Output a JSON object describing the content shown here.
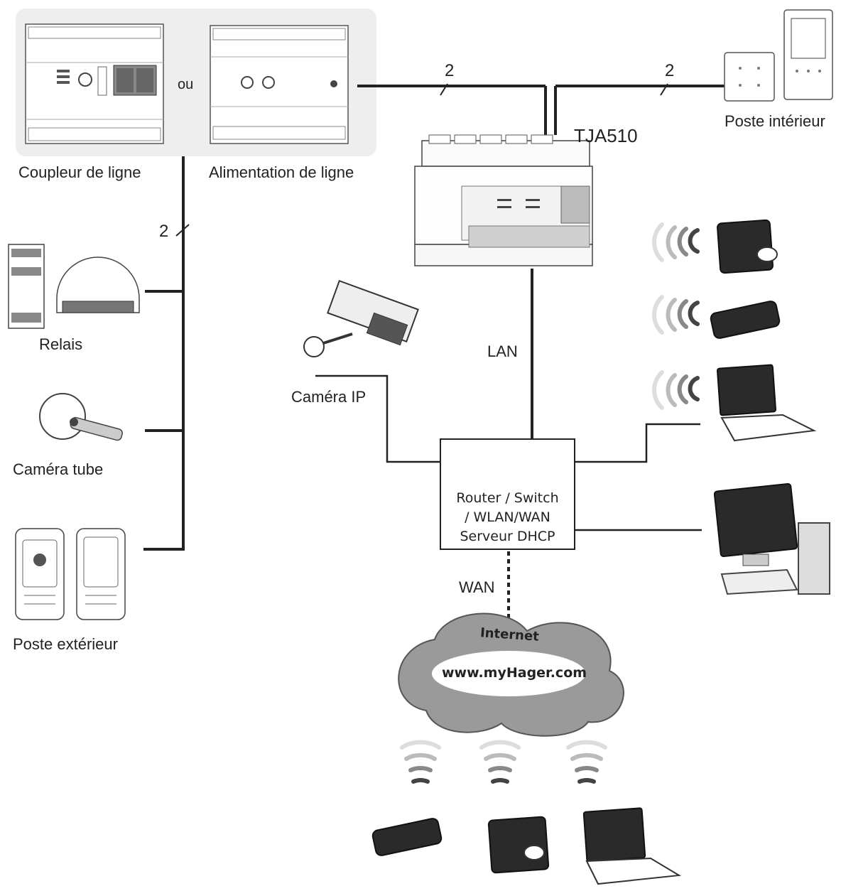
{
  "labels": {
    "coupleur": "Coupleur de ligne",
    "ou": "ou",
    "alimentation": "Alimentation de ligne",
    "tja": "TJA510",
    "poste_interieur": "Poste intérieur",
    "relais": "Relais",
    "camera_tube": "Caméra tube",
    "poste_exterieur": "Poste extérieur",
    "camera_ip": "Caméra IP",
    "lan": "LAN",
    "wan": "WAN",
    "bus_wires_left": "2",
    "bus_wires_top": "2",
    "bus_wires_right": "2"
  },
  "router": {
    "line1": "Router / Switch",
    "line2": "/ WLAN/WAN",
    "line3": "Serveur DHCP"
  },
  "cloud": {
    "title": "Internet",
    "url": "www.myHager.com"
  },
  "colors": {
    "line": "#222222",
    "cloud": "#9a9a9a",
    "screen": "#2a2a2a",
    "panel_bg": "#eeeeee"
  }
}
